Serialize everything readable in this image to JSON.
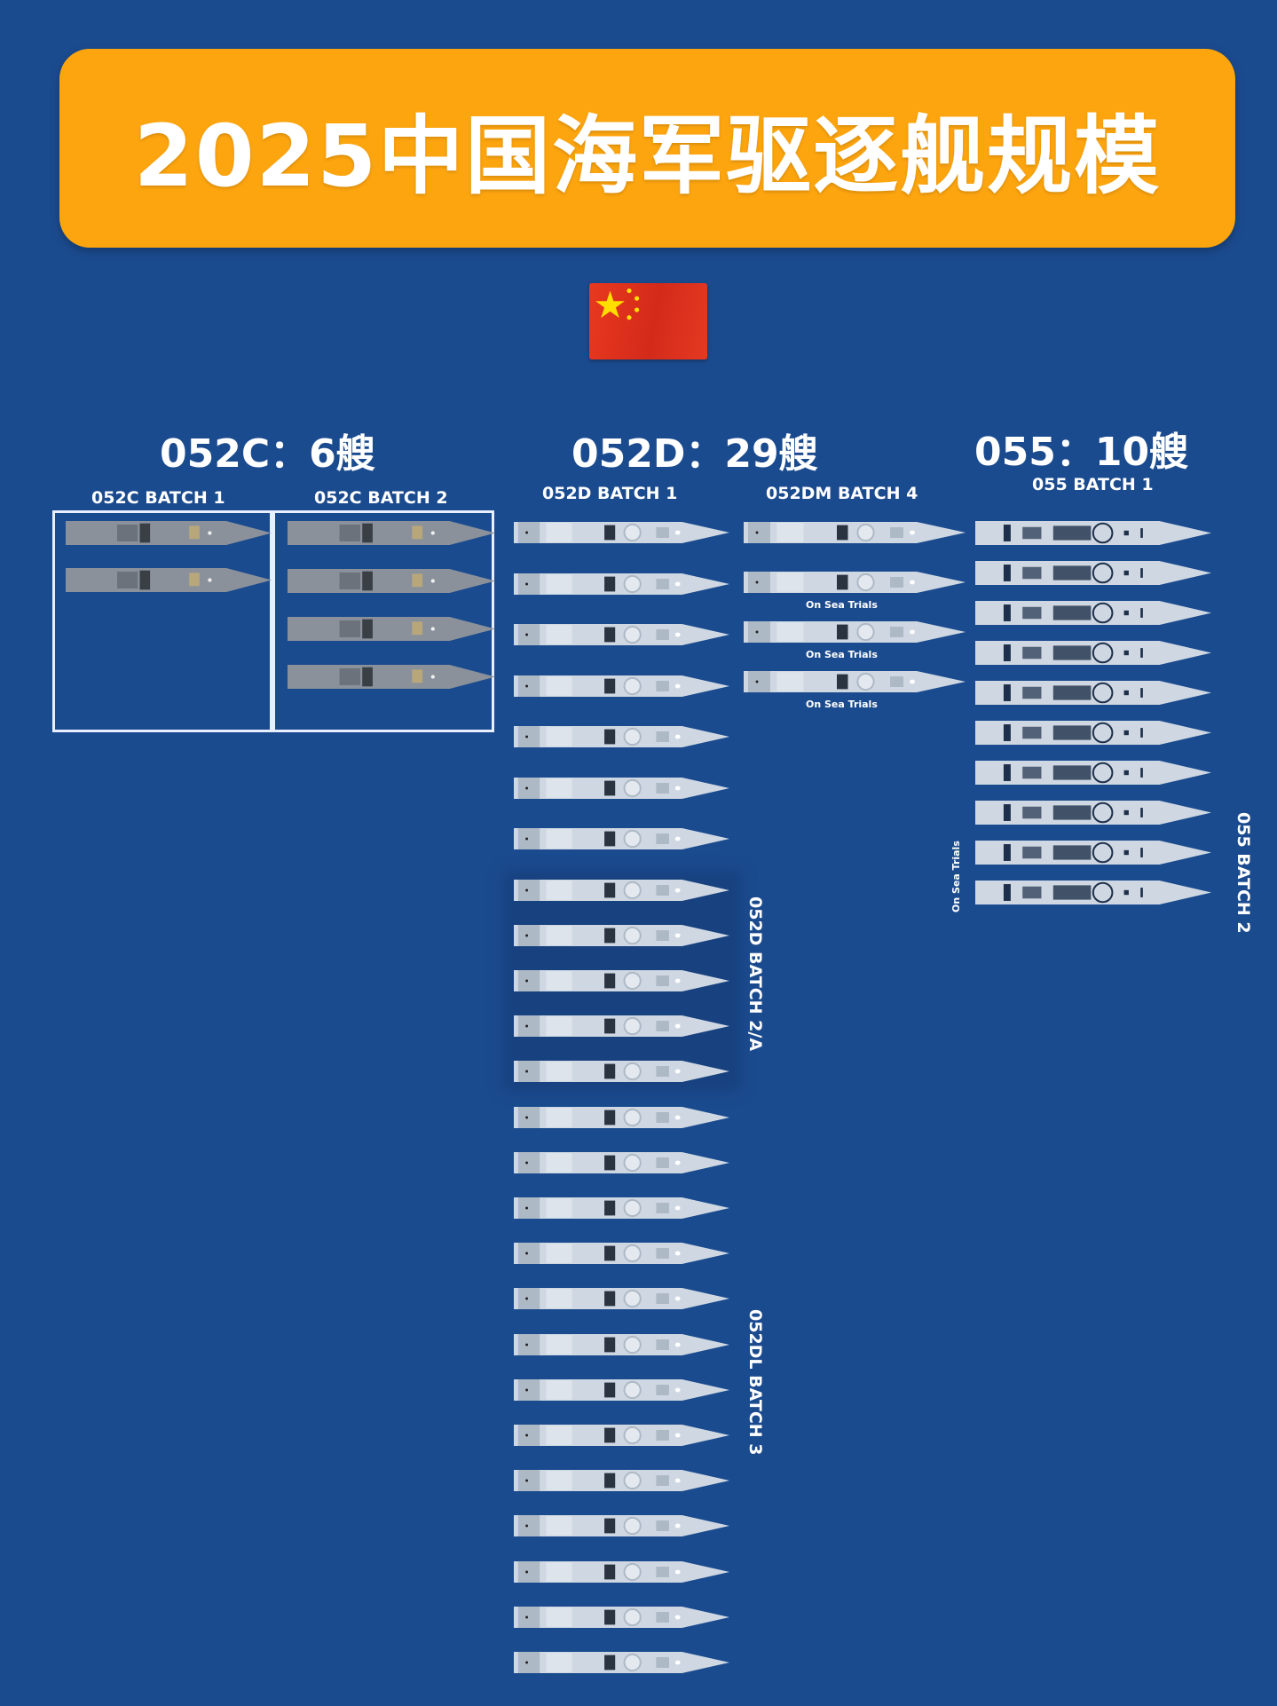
{
  "title": "2025中国海军驱逐舰规模",
  "colors": {
    "background": "#1b4b8f",
    "banner": "#fda50f",
    "text": "#ffffff",
    "flag_red": "#de2910",
    "flag_star": "#ffde00",
    "ship_light": "#c9d3de",
    "ship_dark_052c": "#7d8590"
  },
  "flag_icon": "china-flag-icon",
  "classes": [
    {
      "id": "052C",
      "heading": "052C：6艘",
      "count": 6,
      "batches": [
        {
          "label": "052C BATCH 1",
          "ships": 2
        },
        {
          "label": "052C BATCH 2",
          "ships": 4
        }
      ]
    },
    {
      "id": "052D",
      "heading": "052D：29艘",
      "count": 29,
      "batches": [
        {
          "label": "052D BATCH 1",
          "ships": 6
        },
        {
          "label": "052D BATCH 2/A",
          "ships": 6
        },
        {
          "label": "052DL BATCH 3",
          "ships": 13
        },
        {
          "label": "052DM BATCH 4",
          "ships": 4,
          "notes": [
            "On Sea Trials",
            "On Sea Trials",
            "On Sea Trials"
          ]
        }
      ]
    },
    {
      "id": "055",
      "heading": "055：10艘",
      "count": 10,
      "batches": [
        {
          "label": "055 BATCH 1",
          "ships": 8
        },
        {
          "label": "055 BATCH 2",
          "ships": 2,
          "note": "On Sea Trials"
        }
      ]
    }
  ],
  "chart_data": {
    "type": "table",
    "title": "2025中国海军驱逐舰规模",
    "categories": [
      "052C",
      "052D",
      "055"
    ],
    "values": [
      6,
      29,
      10
    ],
    "unit": "艘",
    "breakdown": [
      {
        "class": "052C",
        "batch": "052C BATCH 1",
        "ships": 2
      },
      {
        "class": "052C",
        "batch": "052C BATCH 2",
        "ships": 4
      },
      {
        "class": "052D",
        "batch": "052D BATCH 1",
        "ships": 6
      },
      {
        "class": "052D",
        "batch": "052D BATCH 2/A",
        "ships": 6
      },
      {
        "class": "052D",
        "batch": "052DL BATCH 3",
        "ships": 13
      },
      {
        "class": "052D",
        "batch": "052DM BATCH 4",
        "ships": 4,
        "on_sea_trials": 3
      },
      {
        "class": "055",
        "batch": "055 BATCH 1",
        "ships": 8
      },
      {
        "class": "055",
        "batch": "055 BATCH 2",
        "ships": 2,
        "on_sea_trials": 2
      }
    ]
  }
}
